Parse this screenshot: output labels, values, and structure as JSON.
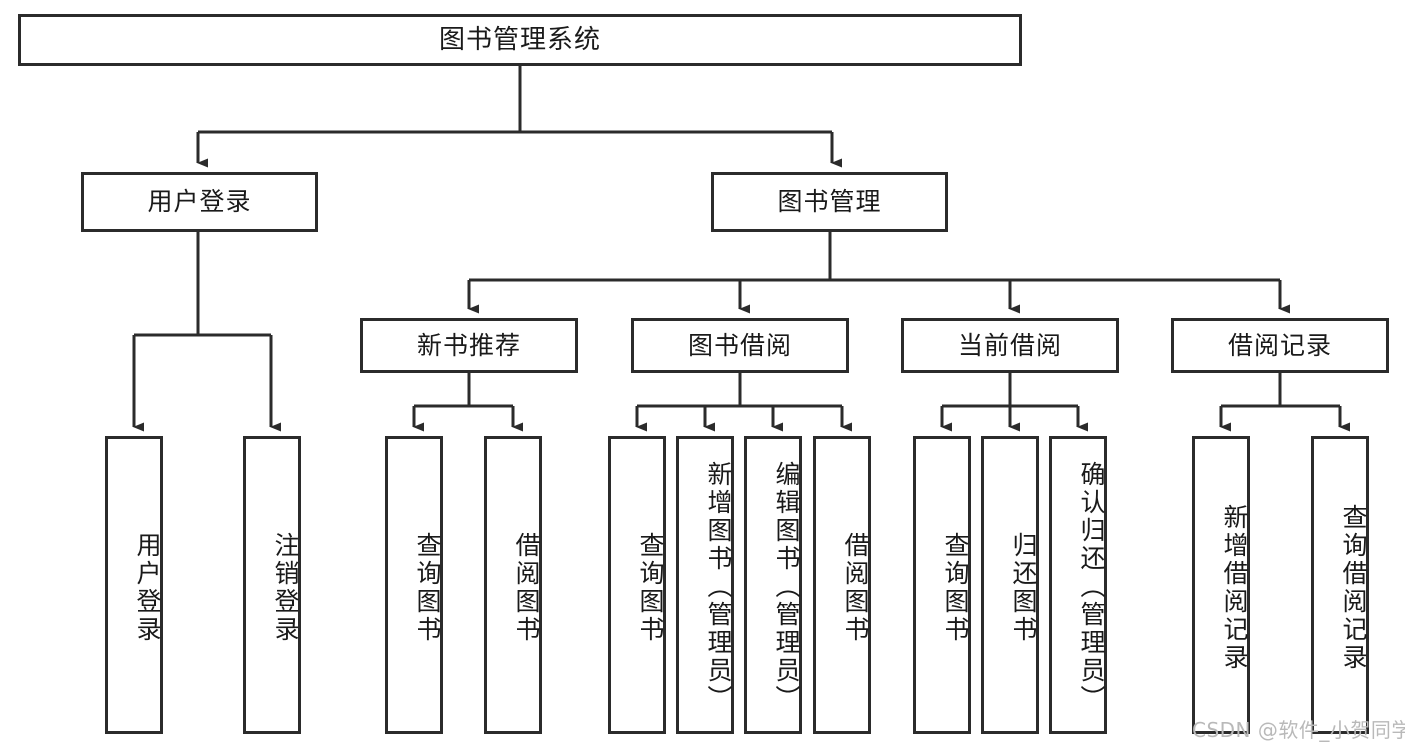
{
  "diagram": {
    "title": "图书管理系统",
    "type": "tree",
    "watermark": "CSDN @软件_小贺同学",
    "stroke_color": "#2b2b2b",
    "fill_color": "#ffffff",
    "text_color": "#1a1a1a",
    "levels": {
      "root": "图书管理系统",
      "level2": [
        "用户登录",
        "图书管理"
      ],
      "level3": [
        "新书推荐",
        "图书借阅",
        "当前借阅",
        "借阅记录"
      ]
    },
    "nodes": {
      "root": {
        "label": "图书管理系统"
      },
      "user_login": {
        "label": "用户登录"
      },
      "book_manage": {
        "label": "图书管理"
      },
      "new_book_rec": {
        "label": "新书推荐"
      },
      "book_borrow": {
        "label": "图书借阅"
      },
      "current_borrow": {
        "label": "当前借阅"
      },
      "borrow_record": {
        "label": "借阅记录"
      },
      "leaf_user_login": {
        "label": "用户登录"
      },
      "leaf_logout": {
        "label": "注销登录"
      },
      "leaf_query_book_1": {
        "label": "查询图书"
      },
      "leaf_borrow_book_1": {
        "label": "借阅图书"
      },
      "leaf_query_book_2": {
        "label": "查询图书"
      },
      "leaf_add_book": {
        "label": "新增图书（管理员）"
      },
      "leaf_edit_book": {
        "label": "编辑图书（管理员）"
      },
      "leaf_borrow_book_2": {
        "label": "借阅图书"
      },
      "leaf_query_book_3": {
        "label": "查询图书"
      },
      "leaf_return_book": {
        "label": "归还图书"
      },
      "leaf_confirm_return": {
        "label": "确认归还（管理员）"
      },
      "leaf_add_record": {
        "label": "新增借阅记录"
      },
      "leaf_query_record": {
        "label": "查询借阅记录"
      }
    },
    "edges": [
      {
        "from": "root",
        "to": "user_login"
      },
      {
        "from": "root",
        "to": "book_manage"
      },
      {
        "from": "user_login",
        "to": "leaf_user_login"
      },
      {
        "from": "user_login",
        "to": "leaf_logout"
      },
      {
        "from": "book_manage",
        "to": "new_book_rec"
      },
      {
        "from": "book_manage",
        "to": "book_borrow"
      },
      {
        "from": "book_manage",
        "to": "current_borrow"
      },
      {
        "from": "book_manage",
        "to": "borrow_record"
      },
      {
        "from": "new_book_rec",
        "to": "leaf_query_book_1"
      },
      {
        "from": "new_book_rec",
        "to": "leaf_borrow_book_1"
      },
      {
        "from": "book_borrow",
        "to": "leaf_query_book_2"
      },
      {
        "from": "book_borrow",
        "to": "leaf_add_book"
      },
      {
        "from": "book_borrow",
        "to": "leaf_edit_book"
      },
      {
        "from": "book_borrow",
        "to": "leaf_borrow_book_2"
      },
      {
        "from": "current_borrow",
        "to": "leaf_query_book_3"
      },
      {
        "from": "current_borrow",
        "to": "leaf_return_book"
      },
      {
        "from": "current_borrow",
        "to": "leaf_confirm_return"
      },
      {
        "from": "borrow_record",
        "to": "leaf_add_record"
      },
      {
        "from": "borrow_record",
        "to": "leaf_query_record"
      }
    ]
  }
}
